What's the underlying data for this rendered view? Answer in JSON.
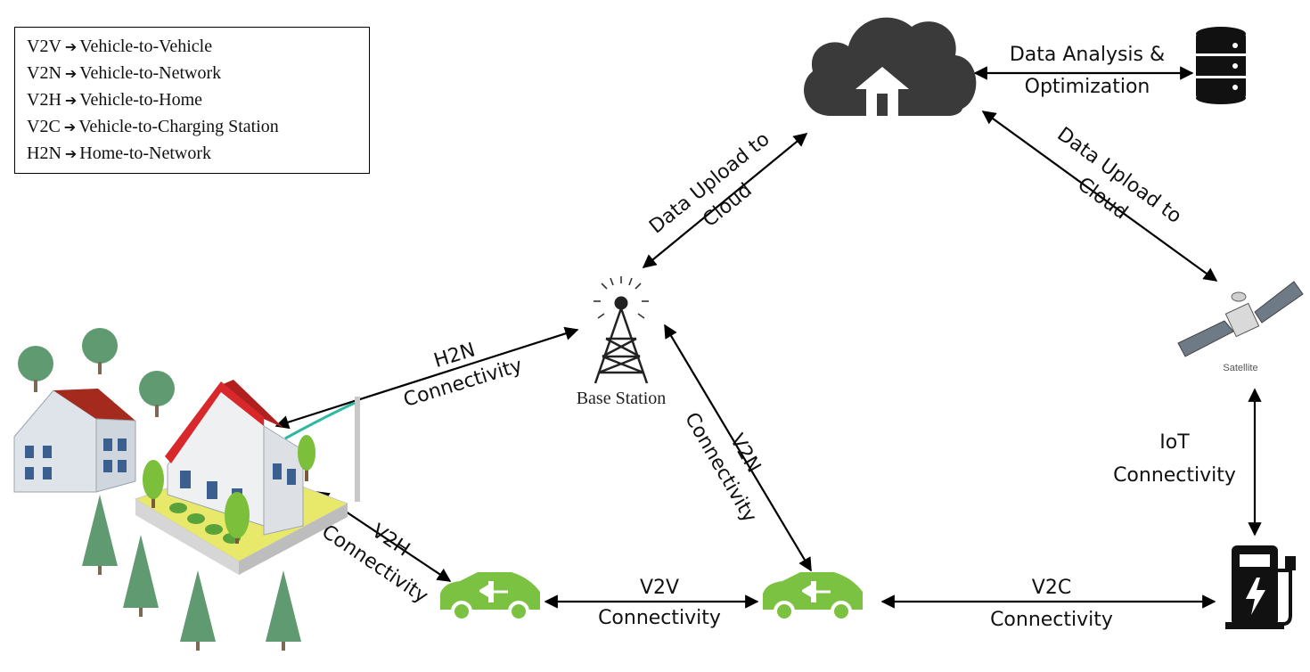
{
  "legend": {
    "rows": [
      {
        "abbr": "V2V",
        "arrow": "➔",
        "full": "Vehicle-to-Vehicle"
      },
      {
        "abbr": "V2N",
        "arrow": "➔",
        "full": "Vehicle-to-Network"
      },
      {
        "abbr": "V2H",
        "arrow": "➔",
        "full": "Vehicle-to-Home"
      },
      {
        "abbr": "V2C",
        "arrow": "➔",
        "full": "Vehicle-to-Charging Station"
      },
      {
        "abbr": "H2N",
        "arrow": "➔",
        "full": "Home-to-Network"
      }
    ]
  },
  "nodes": {
    "cloud": {
      "icon": "cloud-upload-icon"
    },
    "database": {
      "icon": "database-icon"
    },
    "base_station": {
      "icon": "cell-tower-icon",
      "label": "Base Station"
    },
    "satellite": {
      "icon": "satellite-icon",
      "label": "Satellite"
    },
    "home": {
      "icon": "house-icon"
    },
    "ev_left": {
      "icon": "electric-car-icon"
    },
    "ev_right": {
      "icon": "electric-car-icon"
    },
    "charger": {
      "icon": "ev-charger-icon"
    }
  },
  "links": {
    "data_analysis": {
      "line1": "Data Analysis &",
      "line2": "Optimization"
    },
    "upload_left": {
      "line1": "Data Upload to",
      "line2": "Cloud"
    },
    "upload_right": {
      "line1": "Data Upload to",
      "line2": "Cloud"
    },
    "h2n": {
      "line1": "H2N",
      "line2": "Connectivity"
    },
    "v2n": {
      "line1": "V2N",
      "line2": "Connectivity"
    },
    "v2h": {
      "line1": "V2H",
      "line2": "Connectivity"
    },
    "v2v": {
      "line1": "V2V",
      "line2": "Connectivity"
    },
    "v2c": {
      "line1": "V2C",
      "line2": "Connectivity"
    },
    "iot": {
      "line1": "IoT",
      "line2": "Connectivity"
    }
  },
  "colors": {
    "cloud": "#3a3a3a",
    "ev_green": "#7cc242",
    "roof_red": "#d8282c",
    "tree_green": "#5f9a70",
    "arrow": "#000000"
  }
}
